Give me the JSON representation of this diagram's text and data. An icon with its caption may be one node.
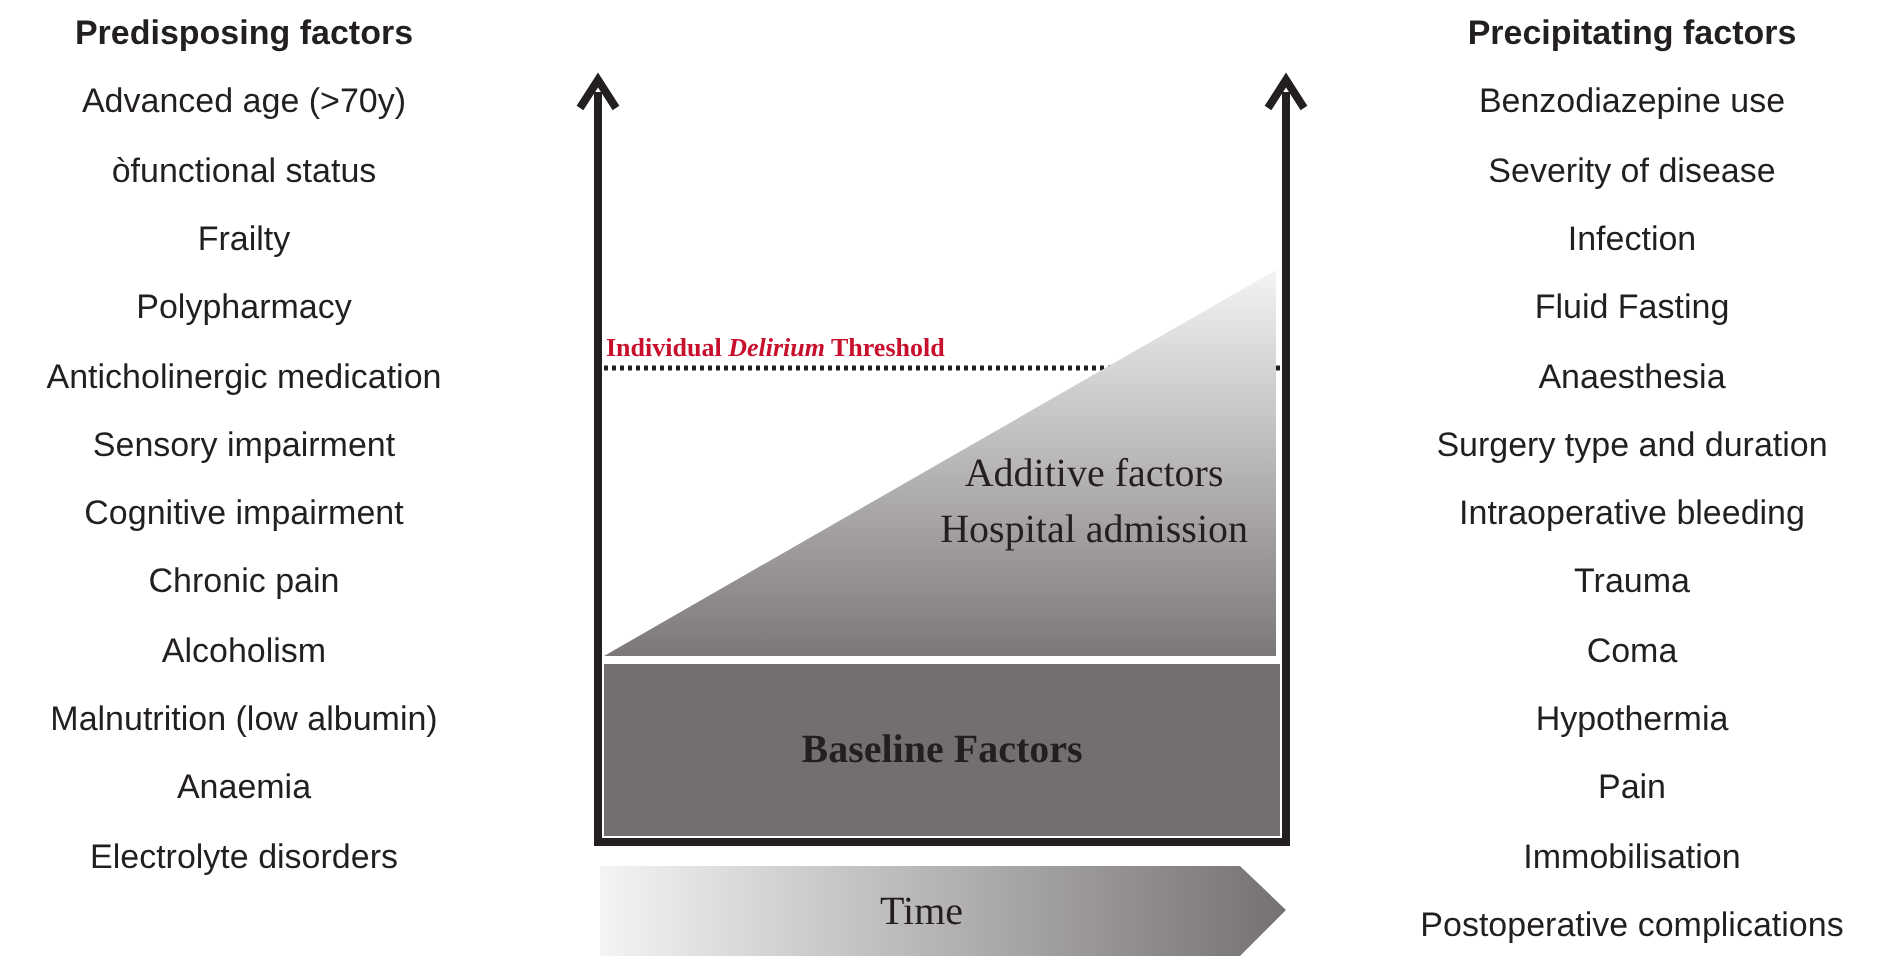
{
  "diagram": {
    "nodes": [
      {
        "text": [
          "Additive factors",
          "Hospital admission"
        ]
      },
      {
        "text": [
          "Baseline Factors"
        ]
      },
      {
        "text": [
          "Time"
        ]
      }
    ],
    "labels": [
      "Predisposing factors",
      "Advanced age (>70y)",
      "òfunctional status",
      "Frailty",
      "Polypharmacy",
      "Anticholinergic medication",
      "Sensory impairment",
      "Cognitive impairment",
      "Chronic pain",
      "Alcoholism",
      "Malnutrition (low albumin)",
      "Anaemia",
      "Electrolyte disorders",
      "Precipitating factors",
      "Benzodiazepine use",
      "Severity of disease",
      "Infection",
      "Fluid Fasting",
      "Anaesthesia",
      "Surgery type and duration",
      "Intraoperative bleeding",
      "Trauma",
      "Coma",
      "Hypothermia",
      "Pain",
      "Immobilisation",
      "Postoperative complications",
      "Individual *Delirium* Threshold"
    ]
  }
}
